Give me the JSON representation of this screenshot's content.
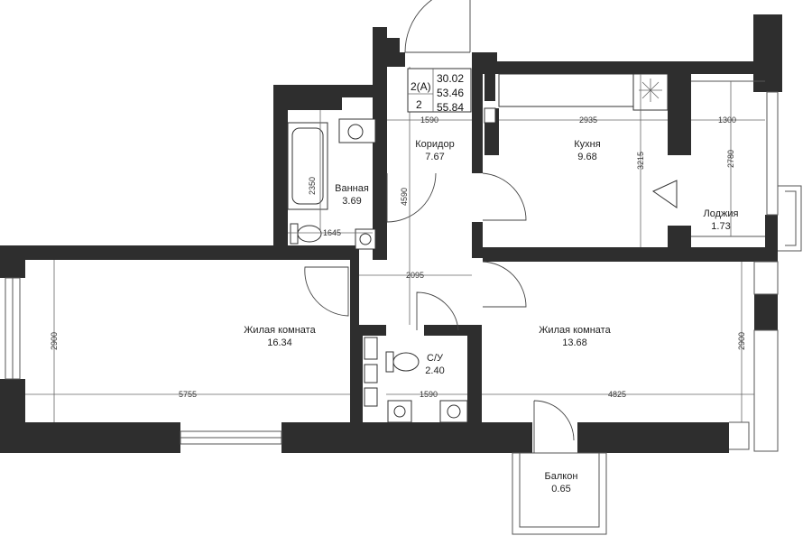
{
  "info_box": {
    "apartment_type": "2(A)",
    "rooms": "2",
    "living_area": "30.02",
    "total_area": "53.46",
    "area_with_balcony": "55.84"
  },
  "rooms": {
    "corridor": {
      "name": "Коридор",
      "area": "7.67"
    },
    "kitchen": {
      "name": "Кухня",
      "area": "9.68"
    },
    "bathroom": {
      "name": "Ванная",
      "area": "3.69"
    },
    "loggia": {
      "name": "Лоджия",
      "area": "1.73"
    },
    "living_left": {
      "name": "Жилая комната",
      "area": "16.34"
    },
    "living_right": {
      "name": "Жилая комната",
      "area": "13.68"
    },
    "wc": {
      "name": "С/У",
      "area": "2.40"
    },
    "balcony": {
      "name": "Балкон",
      "area": "0.65"
    }
  },
  "dimensions": {
    "corridor_width": "1590",
    "kitchen_width": "2935",
    "loggia_width": "1300",
    "kitchen_depth": "3215",
    "loggia_depth": "2780",
    "bath_depth": "2350",
    "bath_width": "1645",
    "corridor_depth": "4590",
    "hall_width": "2095",
    "left_room_depth": "2900",
    "left_room_width": "5755",
    "wc_width": "1590",
    "right_room_width": "4825",
    "right_room_depth": "2900"
  }
}
